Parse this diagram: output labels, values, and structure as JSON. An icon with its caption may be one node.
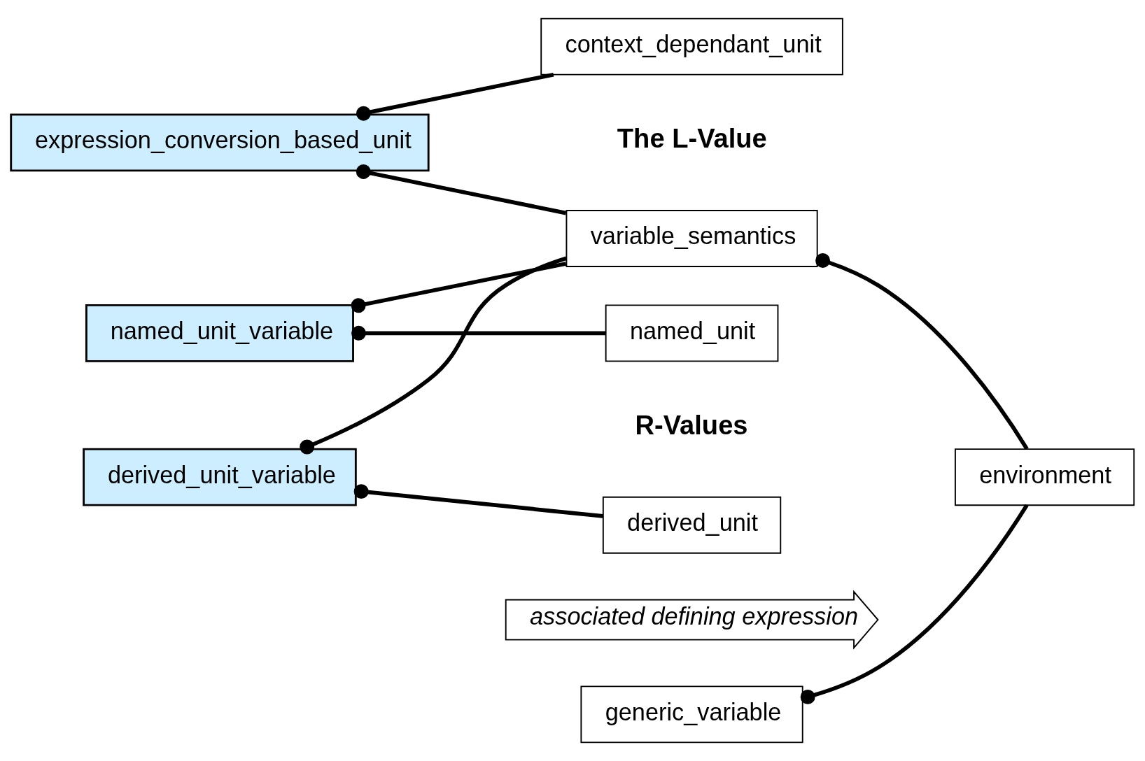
{
  "diagram": {
    "nodes": [
      {
        "text": [
          "context_dependant_unit"
        ]
      },
      {
        "text": [
          "expression_conversion_based_unit"
        ]
      },
      {
        "text": [
          "variable_semantics"
        ]
      },
      {
        "text": [
          "environment"
        ]
      },
      {
        "text": [
          "named_unit"
        ]
      },
      {
        "text": [
          "named_unit_variable"
        ]
      },
      {
        "text": [
          "derived_unit"
        ]
      },
      {
        "text": [
          "derived_unit_variable"
        ]
      },
      {
        "text": [
          "associated defining expression"
        ]
      },
      {
        "text": [
          "generic_variable"
        ]
      }
    ],
    "edges": [
      {
        "from": 0,
        "to": 1,
        "arrow": "other"
      },
      {
        "from": 2,
        "to": 1,
        "arrow": "other"
      },
      {
        "from": 2,
        "to": 5,
        "arrow": "other"
      },
      {
        "from": 2,
        "to": 7,
        "arrow": "other"
      },
      {
        "from": 3,
        "to": 2,
        "arrow": "other"
      },
      {
        "from": 4,
        "to": 5,
        "arrow": "other"
      },
      {
        "from": 6,
        "to": 7,
        "arrow": "other"
      },
      {
        "from": 3,
        "to": 9,
        "arrow": "other"
      }
    ],
    "labels": [
      "The L-Value",
      "R-Values"
    ]
  }
}
